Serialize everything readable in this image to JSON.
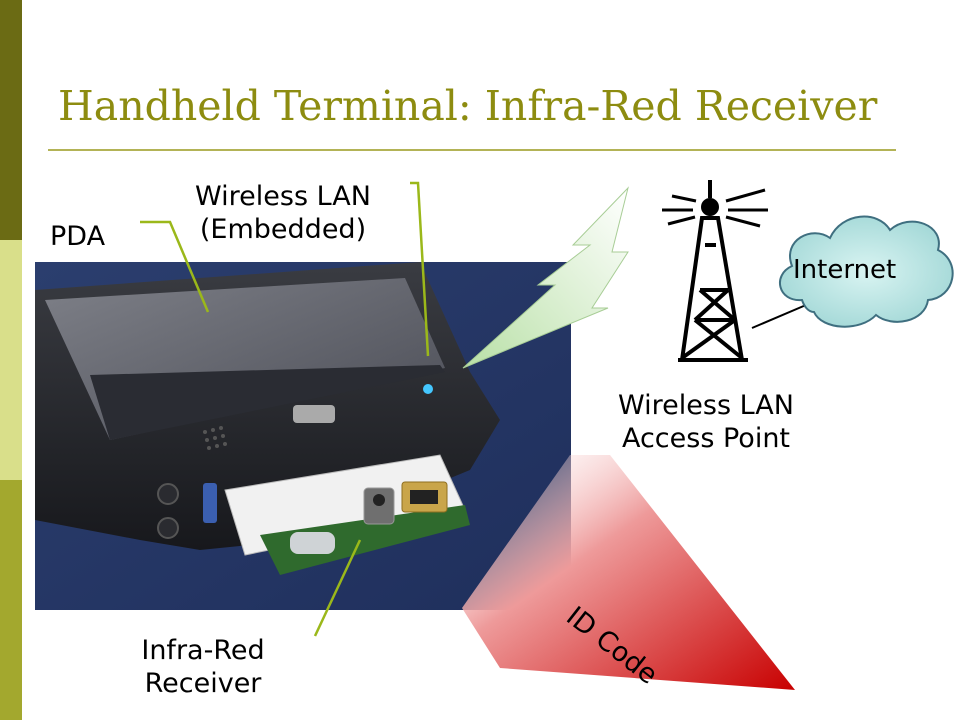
{
  "slide": {
    "title": "Handheld Terminal: Infra-Red Receiver",
    "accent_color": "#8d8c10",
    "stripe_colors": [
      "#6b6b14",
      "#d9df8a",
      "#a3a82e"
    ]
  },
  "labels": {
    "pda": "PDA",
    "wireless_lan_line1": "Wireless LAN",
    "wireless_lan_line2": "(Embedded)",
    "access_point_line1": "Wireless LAN",
    "access_point_line2": "Access Point",
    "internet": "Internet",
    "id_code": "ID Code",
    "ir_receiver_line1": "Infra-Red",
    "ir_receiver_line2": "Receiver"
  },
  "icons": {
    "photo": "pda-photo",
    "tower": "antenna-tower-icon",
    "cloud": "cloud-icon",
    "signal": "lightning-bolt-icon",
    "ir_beam": "ir-beam-icon"
  }
}
